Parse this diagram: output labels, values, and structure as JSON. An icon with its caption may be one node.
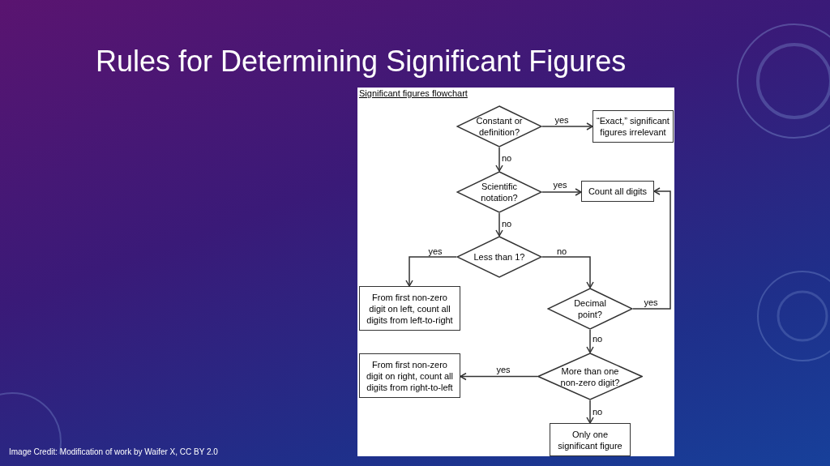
{
  "diagram": {
    "title": "Rules for Determining Significant Figures",
    "caption": "Image Credit: Modification of work by Waifer X, CC BY 2.0",
    "nodes": [
      {
        "text": [
          "Significant figures flowchart"
        ]
      },
      {
        "text": [
          "Constant or definition?"
        ],
        "in": 0
      },
      {
        "text": [
          "“Exact,” significant figures irrelevant"
        ],
        "in": 0
      },
      {
        "text": [
          "Scientific notation?"
        ],
        "in": 0
      },
      {
        "text": [
          "Count all digits"
        ],
        "in": 0
      },
      {
        "text": [
          "Less than 1?"
        ],
        "in": 0
      },
      {
        "text": [
          "From first non-zero digit on left, count all digits from left-to-right"
        ],
        "in": 0
      },
      {
        "text": [
          "Decimal point?"
        ],
        "in": 0
      },
      {
        "text": [
          "More than one non-zero digit?"
        ],
        "in": 0
      },
      {
        "text": [
          "From first non-zero digit on right, count all digits from right-to-left"
        ],
        "in": 0
      },
      {
        "text": [
          "Only one significant figure"
        ],
        "in": 0
      }
    ],
    "edges": [
      {
        "from": 1,
        "to": 2,
        "arrow": "to",
        "label": "yes"
      },
      {
        "from": 1,
        "to": 3,
        "arrow": "to",
        "label": "no"
      },
      {
        "from": 3,
        "to": 4,
        "arrow": "to",
        "label": "yes"
      },
      {
        "from": 3,
        "to": 5,
        "arrow": "to",
        "label": "no"
      },
      {
        "from": 5,
        "to": 6,
        "arrow": "to",
        "label": "yes"
      },
      {
        "from": 5,
        "to": 7,
        "arrow": "to",
        "label": "no"
      },
      {
        "from": 7,
        "to": 4,
        "arrow": "to",
        "label": "yes"
      },
      {
        "from": 7,
        "to": 8,
        "arrow": "to",
        "label": "no"
      },
      {
        "from": 8,
        "to": 9,
        "arrow": "to",
        "label": "yes"
      },
      {
        "from": 8,
        "to": 10,
        "arrow": "to",
        "label": "no"
      }
    ]
  }
}
